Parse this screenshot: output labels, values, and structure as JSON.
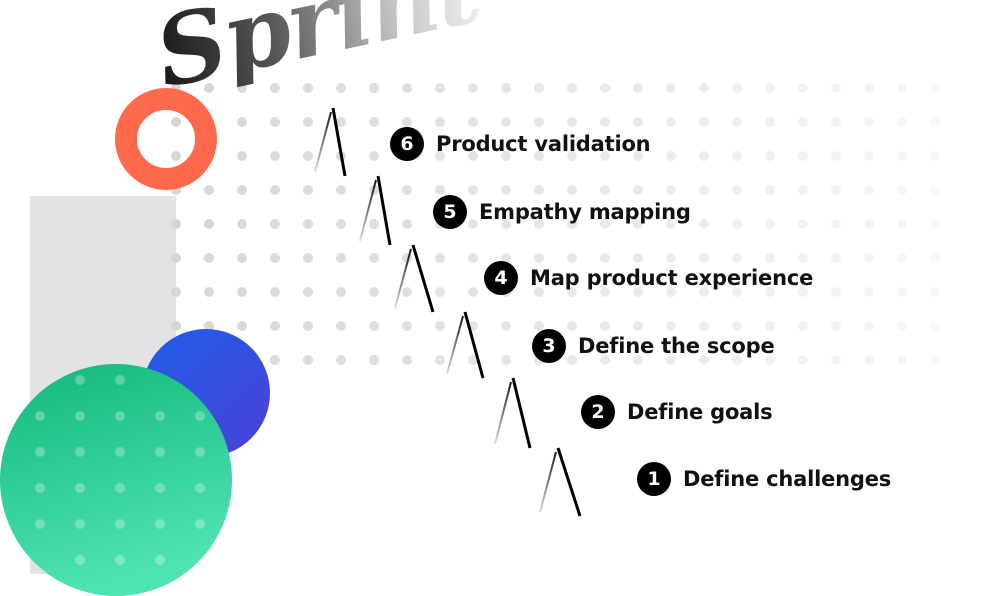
{
  "title": "Sprint",
  "colors": {
    "ring": "#ff6a4d",
    "blue_circle": "#2f5fe0",
    "green_circle": "#3ed7a0",
    "gray_panel": "#e3e3e3",
    "dots": "#d6d6d6",
    "badge": "#000000",
    "stair_line": "#000000"
  },
  "steps": [
    {
      "number": "6",
      "label": "Product validation"
    },
    {
      "number": "5",
      "label": "Empathy mapping"
    },
    {
      "number": "4",
      "label": "Map product experience"
    },
    {
      "number": "3",
      "label": "Define the scope"
    },
    {
      "number": "2",
      "label": "Define goals"
    },
    {
      "number": "1",
      "label": "Define challenges"
    }
  ]
}
